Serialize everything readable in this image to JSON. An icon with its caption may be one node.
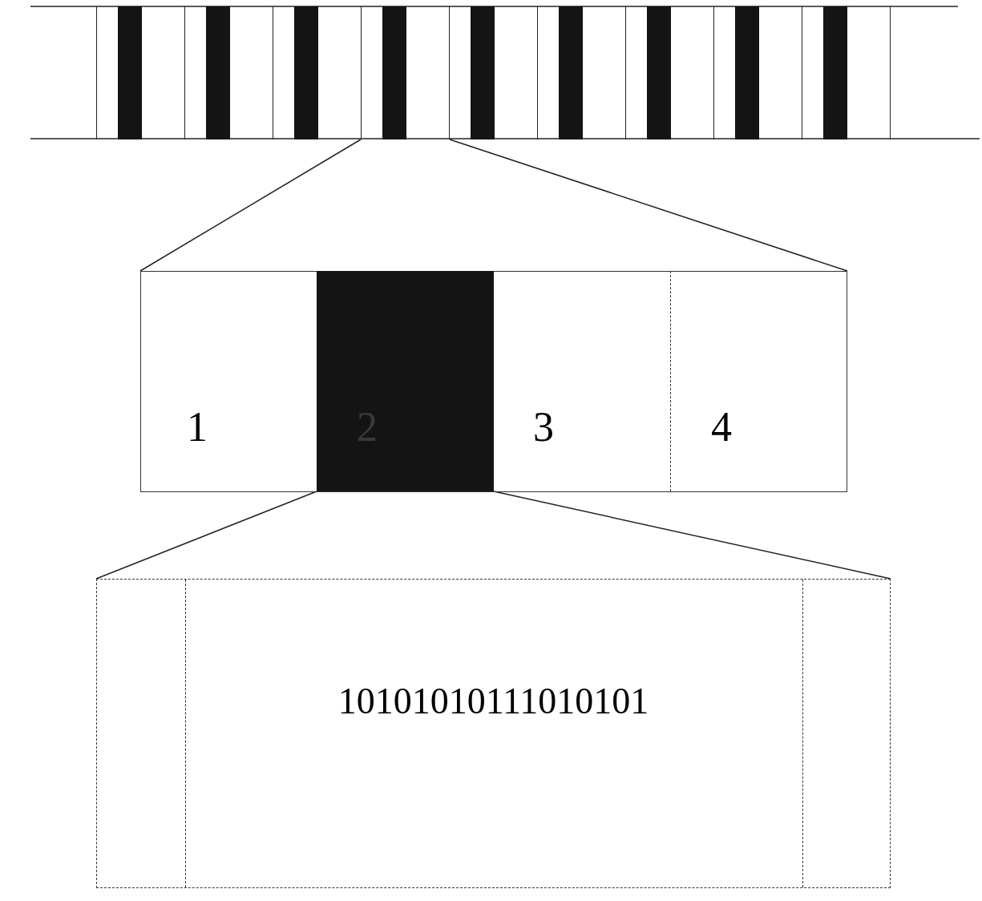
{
  "diagram": {
    "nodes": [
      {
        "text": [],
        "shape": "box"
      },
      {
        "text": [],
        "shape": "box"
      },
      {
        "text": [],
        "shape": "box"
      },
      {
        "text": [],
        "shape": "box"
      },
      {
        "text": [],
        "shape": "box"
      },
      {
        "text": [],
        "shape": "box"
      },
      {
        "text": [],
        "shape": "box"
      },
      {
        "text": [],
        "shape": "box"
      },
      {
        "text": [],
        "shape": "box"
      },
      {
        "text": [],
        "shape": "box"
      },
      {
        "text": [
          "1"
        ],
        "in": 9
      },
      {
        "text": [
          "2"
        ],
        "in": 9
      },
      {
        "text": [
          "3"
        ],
        "in": 9
      },
      {
        "text": [
          "4"
        ],
        "in": 9
      },
      {
        "text": [
          "10101010111010101"
        ]
      }
    ],
    "edges": [
      {
        "from": 3,
        "to": 9,
        "arrow": "none"
      },
      {
        "from": 3,
        "to": 9,
        "arrow": "none"
      },
      {
        "from": 11,
        "to": 14,
        "arrow": "none"
      },
      {
        "from": 11,
        "to": 14,
        "arrow": "none"
      }
    ]
  }
}
